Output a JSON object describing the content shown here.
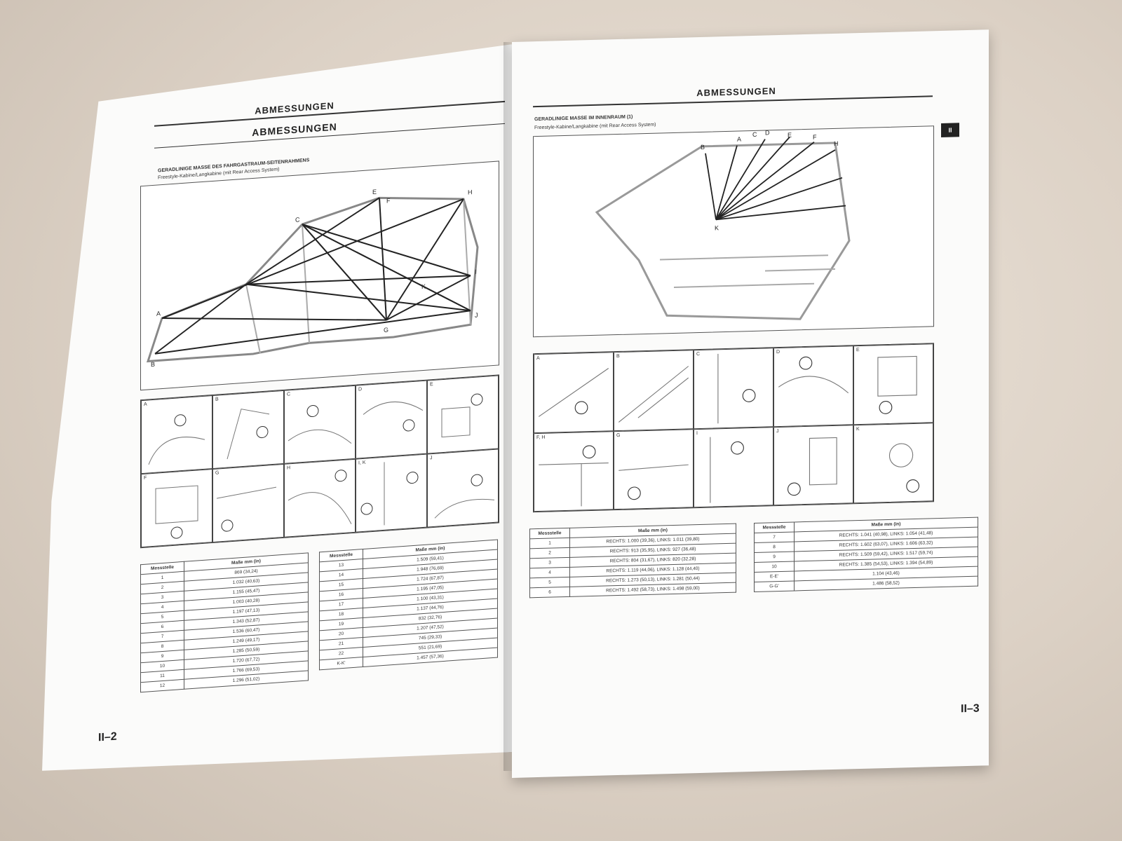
{
  "left_page": {
    "header": "ABMESSUNGEN",
    "title": "ABMESSUNGEN",
    "section_title": "GERADLINIGE MASSE DES FAHRGASTRAUM-SEITENRAHMENS",
    "section_sub": "Freestyle-Kabine/Langkabine (mit Rear Access System)",
    "diagram_points": [
      "A",
      "B",
      "C",
      "E",
      "F",
      "G",
      "H",
      "I",
      "J",
      "K"
    ],
    "detail_cells": [
      "A",
      "B",
      "C",
      "D",
      "E",
      "F",
      "G",
      "H",
      "I, K",
      "J"
    ],
    "table_a": {
      "head": [
        "Messstelle",
        "Maße mm (in)"
      ],
      "rows": [
        [
          "1",
          "869 (34,24)"
        ],
        [
          "2",
          "1.032 (40,63)"
        ],
        [
          "3",
          "1.155 (45,47)"
        ],
        [
          "4",
          "1.003 (40,28)"
        ],
        [
          "5",
          "1.197 (47,13)"
        ],
        [
          "6",
          "1.343 (52,87)"
        ],
        [
          "7",
          "1.536 (60,47)"
        ],
        [
          "8",
          "1.249 (49,17)"
        ],
        [
          "9",
          "1.285 (50,59)"
        ],
        [
          "10",
          "1.720 (67,72)"
        ],
        [
          "11",
          "1.766 (69,53)"
        ],
        [
          "12",
          "1.296 (51,02)"
        ]
      ]
    },
    "table_b": {
      "head": [
        "Messstelle",
        "Maße mm (in)"
      ],
      "rows": [
        [
          "13",
          "1.509 (59,41)"
        ],
        [
          "14",
          "1.948 (76,69)"
        ],
        [
          "15",
          "1.724 (67,87)"
        ],
        [
          "16",
          "1.195 (47,05)"
        ],
        [
          "17",
          "1.100 (43,31)"
        ],
        [
          "18",
          "1.137 (44,76)"
        ],
        [
          "19",
          "832 (32,76)"
        ],
        [
          "20",
          "1.207 (47,52)"
        ],
        [
          "21",
          "745 (29,33)"
        ],
        [
          "22",
          "551 (21,69)"
        ],
        [
          "K-K'",
          "1.457 (57,36)"
        ]
      ]
    },
    "page_number": "II–2"
  },
  "right_page": {
    "header": "ABMESSUNGEN",
    "section_title": "GERADLINIGE MASSE IM INNENRAUM (1)",
    "section_sub": "Freestyle-Kabine/Langkabine (mit Rear Access System)",
    "tab_label": "II",
    "diagram_points": [
      "A",
      "B",
      "C",
      "D",
      "E",
      "F",
      "H",
      "K"
    ],
    "detail_cells": [
      "A",
      "B",
      "C",
      "D",
      "E",
      "F, H",
      "G",
      "I",
      "J",
      "K"
    ],
    "table_a": {
      "head": [
        "Messstelle",
        "Maße mm (in)"
      ],
      "rows": [
        [
          "1",
          "RECHTS: 1.000 (39,36), LINKS: 1.011 (39,80)"
        ],
        [
          "2",
          "RECHTS: 913 (35,95), LINKS: 927 (36,48)"
        ],
        [
          "3",
          "RECHTS: 804 (31,67), LINKS: 820 (32,28)"
        ],
        [
          "4",
          "RECHTS: 1.119 (44,06), LINKS: 1.128 (44,40)"
        ],
        [
          "5",
          "RECHTS: 1.273 (50,13), LINKS: 1.281 (50,44)"
        ],
        [
          "6",
          "RECHTS: 1.492 (58,73), LINKS: 1.498 (59,00)"
        ]
      ]
    },
    "table_b": {
      "head": [
        "Messstelle",
        "Maße mm (in)"
      ],
      "rows": [
        [
          "7",
          "RECHTS: 1.041 (40,98), LINKS: 1.054 (41,48)"
        ],
        [
          "8",
          "RECHTS: 1.602 (63,07), LINKS: 1.606 (63,32)"
        ],
        [
          "9",
          "RECHTS: 1.509 (59,42), LINKS: 1.517 (59,74)"
        ],
        [
          "10",
          "RECHTS: 1.385 (54,53), LINKS: 1.394 (54,89)"
        ],
        [
          "E-E'",
          "1.104 (43,46)"
        ],
        [
          "G-G'",
          "1.486 (58,52)"
        ]
      ]
    },
    "page_number": "II–3"
  }
}
